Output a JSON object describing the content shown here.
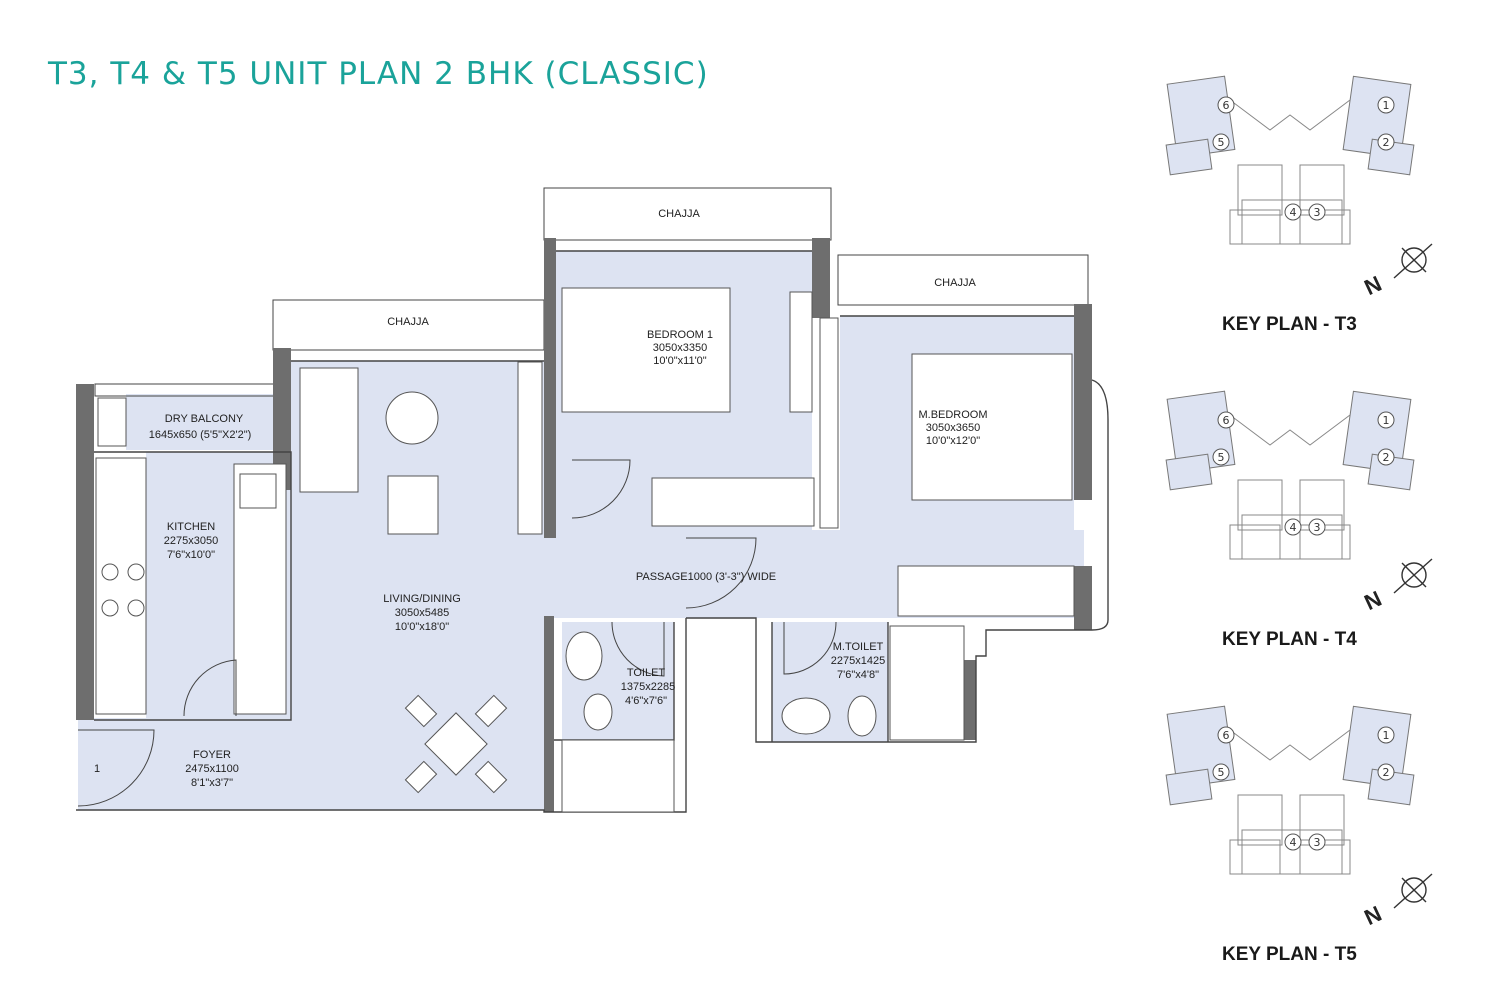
{
  "title": "T3, T4 & T5 UNIT PLAN 2 BHK (CLASSIC)",
  "unit_number": "1",
  "chajja": [
    "CHAJJA",
    "CHAJJA",
    "CHAJJA"
  ],
  "rooms": {
    "bedroom1": {
      "name": "BEDROOM 1",
      "metric": "3050x3350",
      "imperial": "10'0\"x11'0\""
    },
    "mbedroom": {
      "name": "M.BEDROOM",
      "metric": "3050x3650",
      "imperial": "10'0\"x12'0\""
    },
    "dry_balcony": {
      "name": "DRY BALCONY",
      "dims": "1645x650 (5'5\"X2'2\")"
    },
    "kitchen": {
      "name": "KITCHEN",
      "metric": "2275x3050",
      "imperial": "7'6\"x10'0\""
    },
    "living": {
      "name": "LIVING/DINING",
      "metric": "3050x5485",
      "imperial": "10'0\"x18'0\""
    },
    "passage": {
      "name": "PASSAGE1000 (3'-3\") WIDE"
    },
    "toilet": {
      "name": "TOILET",
      "metric": "1375x2285",
      "imperial": "4'6\"x7'6\""
    },
    "mtoilet": {
      "name": "M.TOILET",
      "metric": "2275x1425",
      "imperial": "7'6\"x4'8\""
    },
    "foyer": {
      "name": "FOYER",
      "metric": "2475x1100",
      "imperial": "8'1\"x3'7\""
    }
  },
  "key_plans": [
    {
      "label": "KEY PLAN - T3",
      "north": "N",
      "units": [
        "1",
        "2",
        "3",
        "4",
        "5",
        "6"
      ]
    },
    {
      "label": "KEY PLAN - T4",
      "north": "N",
      "units": [
        "1",
        "2",
        "3",
        "4",
        "5",
        "6"
      ]
    },
    {
      "label": "KEY PLAN - T5",
      "north": "N",
      "units": [
        "1",
        "2",
        "3",
        "4",
        "5",
        "6"
      ]
    }
  ],
  "colors": {
    "title": "#1aa39a",
    "floor": "#dde3f2",
    "wall": "#6e6e6e"
  }
}
